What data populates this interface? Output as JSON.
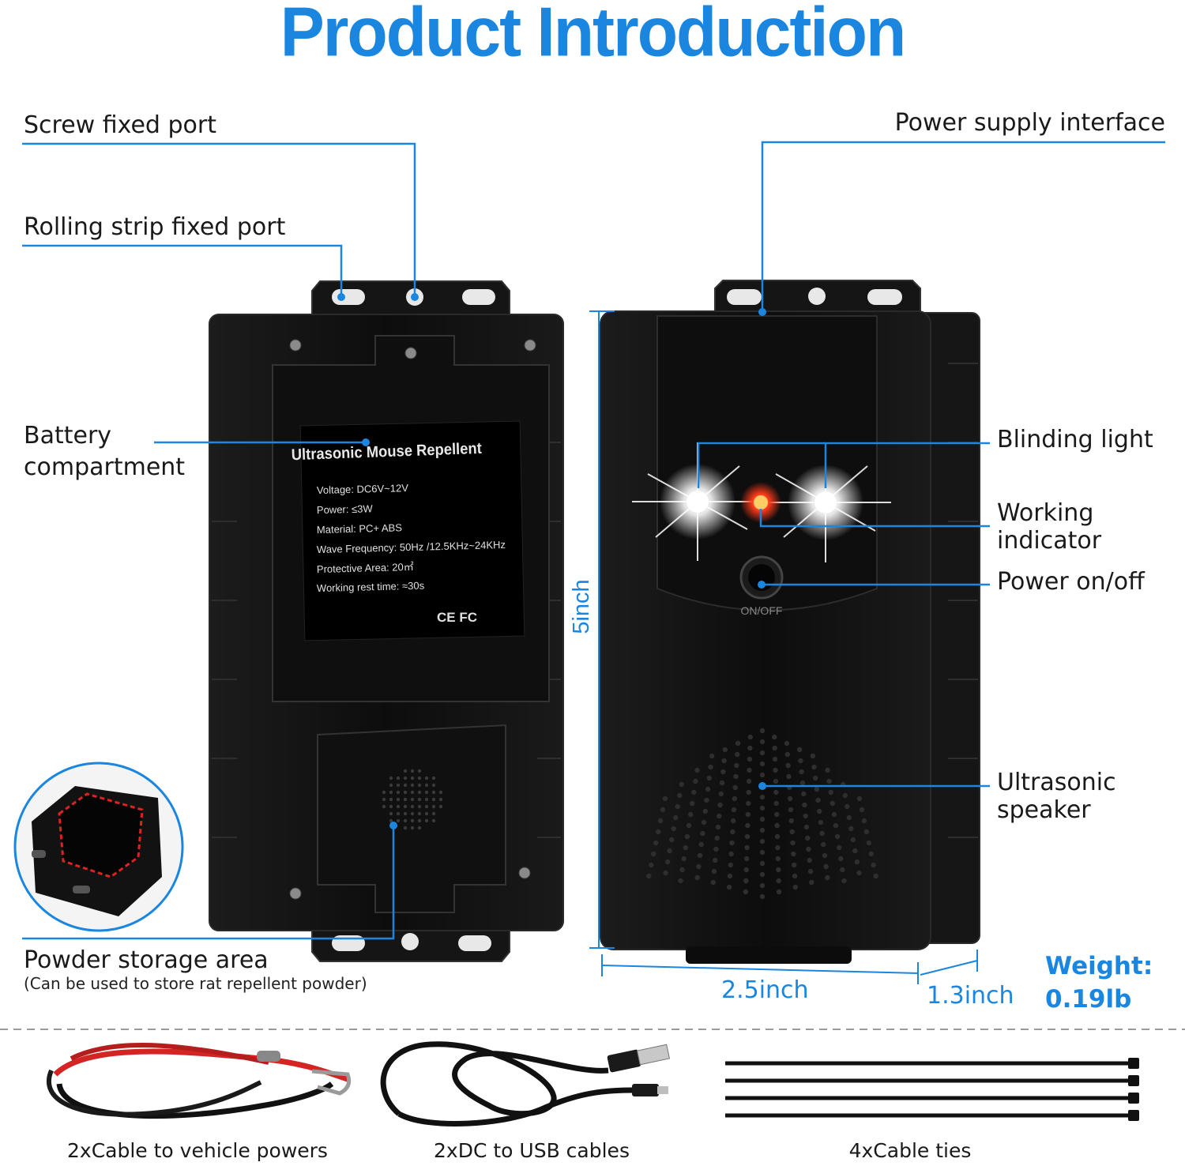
{
  "title": "Product Introduction",
  "labels": {
    "screw_fixed_port": "Screw fixed port",
    "rolling_strip_fixed_port": "Rolling strip fixed port",
    "battery_compartment_line1": "Battery",
    "battery_compartment_line2": "compartment",
    "powder_storage_area": "Powder storage area",
    "powder_storage_note": "(Can be used to store rat repellent powder)",
    "power_supply_interface": "Power supply interface",
    "blinding_light": "Blinding light",
    "working_indicator_line1": "Working",
    "working_indicator_line2": "indicator",
    "power_on_off": "Power on/off",
    "ultrasonic_speaker_line1": "Ultrasonic",
    "ultrasonic_speaker_line2": "speaker"
  },
  "device_label": {
    "heading": "Ultrasonic Mouse Repellent",
    "specs": [
      "Voltage: DC6V~12V",
      "Power: ≤3W",
      "Material: PC+ ABS",
      "Wave Frequency: 50Hz /12.5KHz~24KHz",
      "Protective Area: 20㎡",
      "Working rest time: ≈30s"
    ],
    "certs": "CE FC",
    "button_text": "ON/OFF"
  },
  "dimensions": {
    "height": "5inch",
    "width": "2.5inch",
    "depth": "1.3inch",
    "weight_label": "Weight:",
    "weight_value": "0.19lb"
  },
  "accessories": [
    {
      "label": "2xCable to vehicle powers"
    },
    {
      "label": "2xDC to USB cables"
    },
    {
      "label": "4xCable ties"
    }
  ],
  "colors": {
    "accent": "#1a86e0",
    "device": "#111111",
    "indicator": "#ff3a1a"
  }
}
